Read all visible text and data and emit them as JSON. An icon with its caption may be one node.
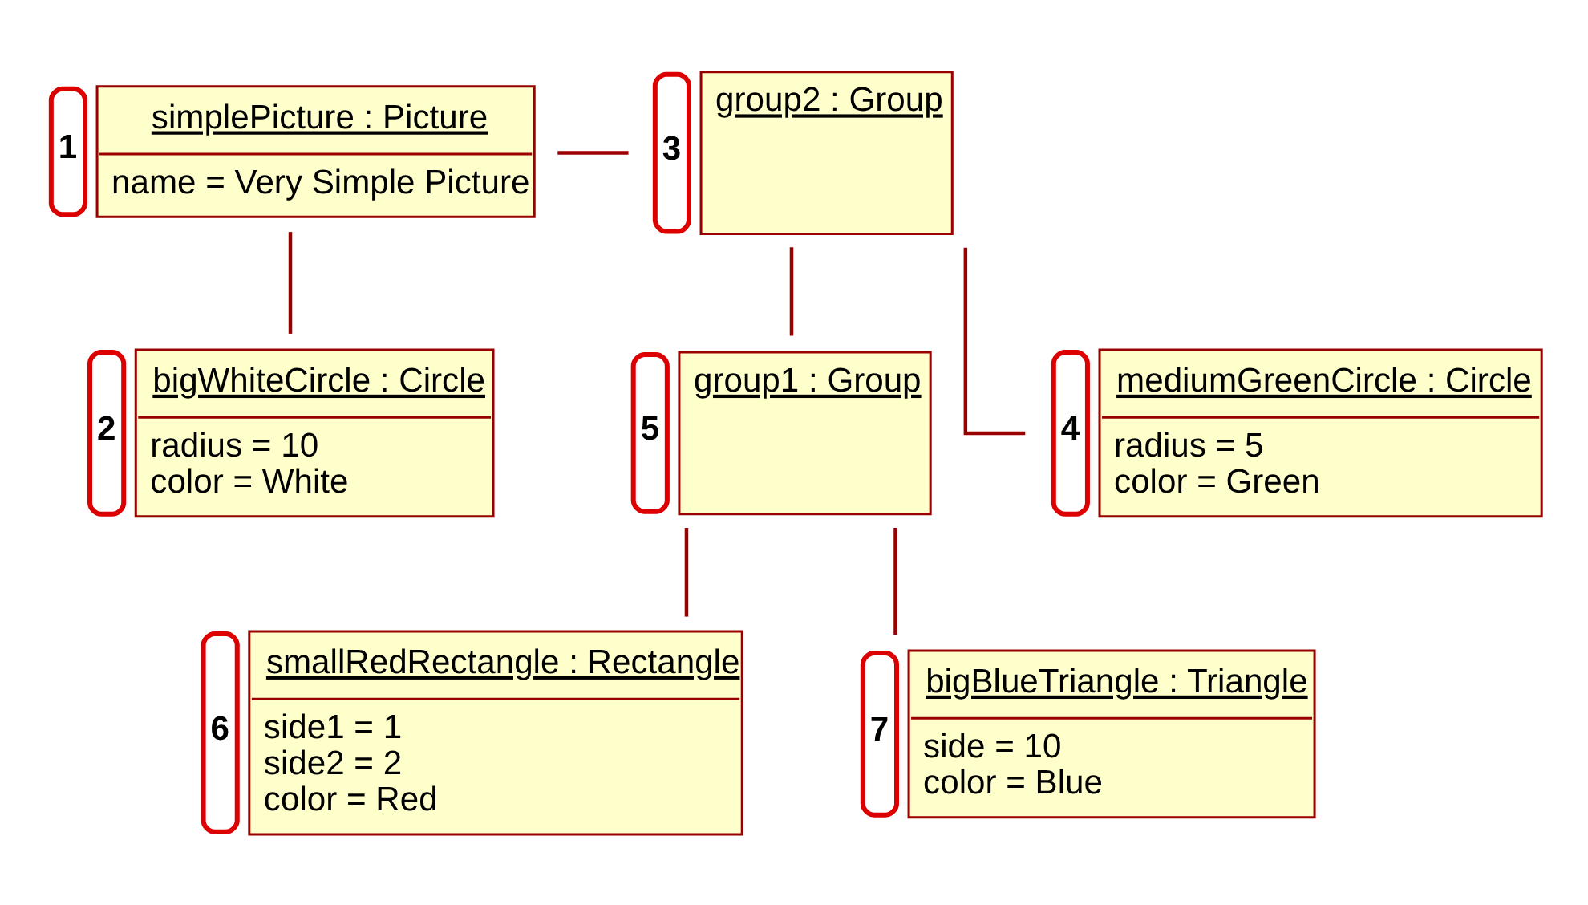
{
  "diagram": {
    "nodes": [
      {
        "text": [
          "simplePicture : Picture",
          "name = Very Simple Picture"
        ],
        "beside": [
          "1"
        ]
      },
      {
        "text": [
          "group2 : Group"
        ],
        "beside": [
          "3"
        ]
      },
      {
        "text": [
          "bigWhiteCircle : Circle",
          "radius = 10",
          "color = White"
        ],
        "beside": [
          "2"
        ]
      },
      {
        "text": [
          "group1 : Group"
        ],
        "beside": [
          "5"
        ]
      },
      {
        "text": [
          "mediumGreenCircle : Circle",
          "radius = 5",
          "color = Green"
        ],
        "beside": [
          "4"
        ]
      },
      {
        "text": [
          "smallRedRectangle : Rectangle",
          "side1 = 1",
          "side2 = 2",
          "color = Red"
        ],
        "beside": [
          "6"
        ]
      },
      {
        "text": [
          "bigBlueTriangle : Triangle",
          "side = 10",
          "color = Blue"
        ],
        "beside": [
          "7"
        ]
      }
    ],
    "edges": [
      {
        "from": 0,
        "to": 1,
        "arrow": "none"
      },
      {
        "from": 0,
        "to": 2,
        "arrow": "none"
      },
      {
        "from": 1,
        "to": 3,
        "arrow": "none"
      },
      {
        "from": 1,
        "to": 4,
        "arrow": "none"
      },
      {
        "from": 3,
        "to": 5,
        "arrow": "none"
      },
      {
        "from": 3,
        "to": 6,
        "arrow": "none"
      }
    ]
  }
}
